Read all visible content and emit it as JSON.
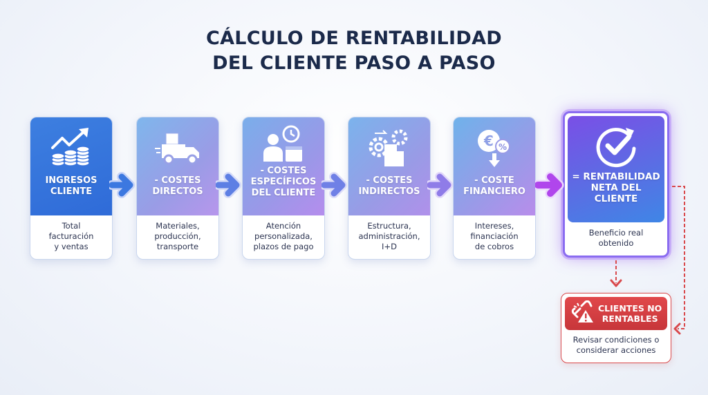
{
  "title": "CÁLCULO DE RENTABILIDAD\nDEL CLIENTE PASO A PASO",
  "title_lines": [
    "CÁLCULO DE RENTABILIDAD",
    "DEL CLIENTE PASO A PASO"
  ],
  "steps": [
    {
      "icon": "revenue-coins-chart-icon",
      "label": "INGRESOS\nCLIENTE",
      "desc": "Total\nfacturación\ny ventas"
    },
    {
      "icon": "delivery-truck-icon",
      "label": "- COSTES\nDIRECTOS",
      "desc": "Materiales,\nproducción,\ntransporte"
    },
    {
      "icon": "person-clock-calendar-icon",
      "label": "- COSTES\nESPECÍFICOS\nDEL CLIENTE",
      "desc": "Atención\npersonalizada,\nplazos de pago"
    },
    {
      "icon": "gears-building-icon",
      "label": "- COSTES\nINDIRECTOS",
      "desc": "Estructura,\nadministración,\nI+D"
    },
    {
      "icon": "euro-percent-down-icon",
      "label": "- COSTE\nFINANCIERO",
      "desc": "Intereses,\nfinanciación\nde cobros"
    },
    {
      "icon": "check-circle-icon",
      "label": "= RENTABILIDAD\nNETA DEL\nCLIENTE",
      "desc": "Beneficio real\nobtenido"
    }
  ],
  "warning": {
    "icon": "broken-link-warning-icon",
    "label": "CLIENTES NO\nRENTABLES",
    "desc": "Revisar condiciones o\nconsiderar acciones"
  },
  "colors": {
    "title": "#1b2a4a",
    "step1": "#2f6bd8",
    "final_border": "#8a6cf0",
    "warning": "#d9494c"
  }
}
